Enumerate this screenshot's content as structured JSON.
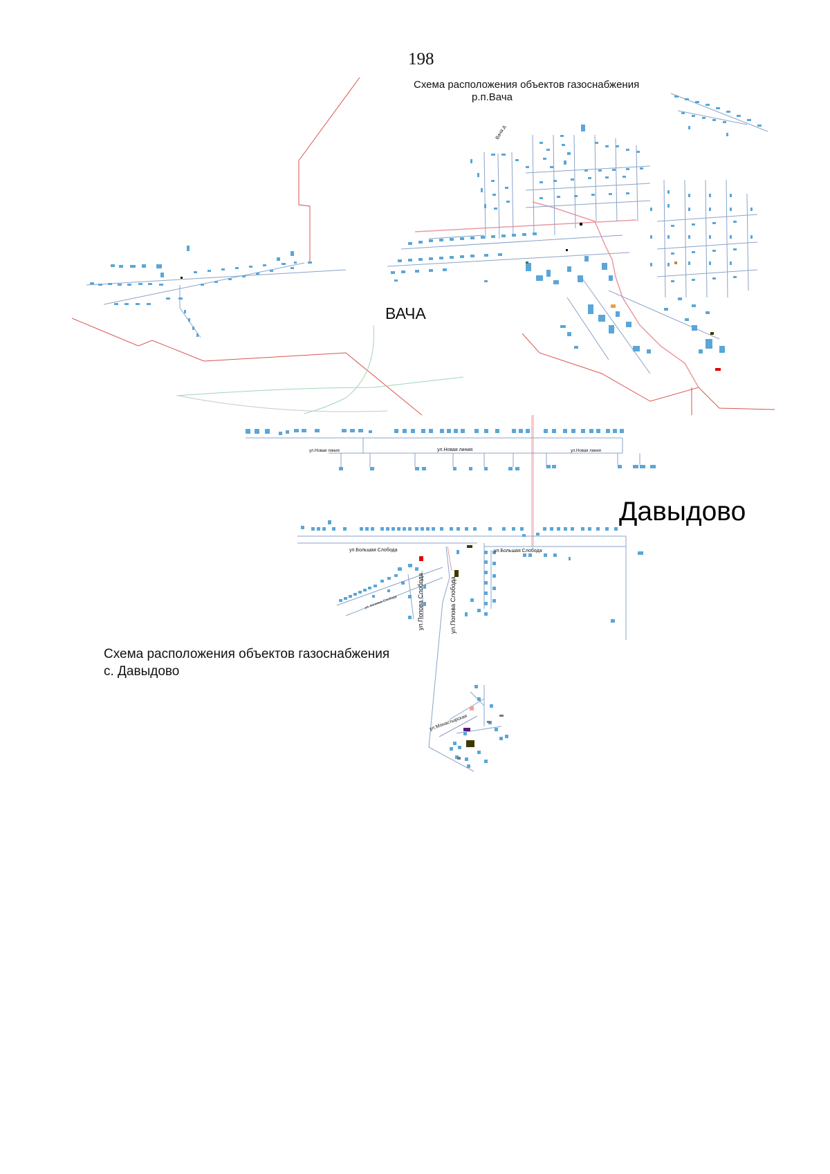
{
  "page": {
    "number": "198"
  },
  "vacha": {
    "scheme_title_line1": "Схема расположения объектов газоснабжения",
    "scheme_title_line2": "р.п.Вача",
    "settlement_label": "ВАЧА",
    "street_label": "Вача д"
  },
  "davydovo": {
    "settlement_label": "Давыдово",
    "scheme_title_line1": "Схема расположения объектов газоснабжения",
    "scheme_title_line2": "с. Давыдово",
    "streets": {
      "novaya_liniya_1": "ул.Новая линия",
      "novaya_liniya_2": "ул.Новая линия",
      "novaya_liniya_3": "ул.Новая линия",
      "bolshaya_sloboda_1": "ул.Большая Слобода",
      "bolshaya_sloboda_2": "ул.Большая Слобода",
      "popova_sloboda_1": "ул.Попова Слобода",
      "popova_sloboda_2": "ул.Попова Слобода",
      "kochkina_sloboda": "ул. Кочкина Слобода",
      "monastyrskaya": "ул.Монастырская"
    }
  },
  "legend_colors": {
    "building": "#5aa6d8",
    "gas_pipeline": "#8aa3c8",
    "boundary": "#d9534f",
    "road": "#e89aa0",
    "gas_facility": "#e00000",
    "distribution_point": "#3a3a00",
    "gas_station_purple": "#5a1a7a"
  }
}
